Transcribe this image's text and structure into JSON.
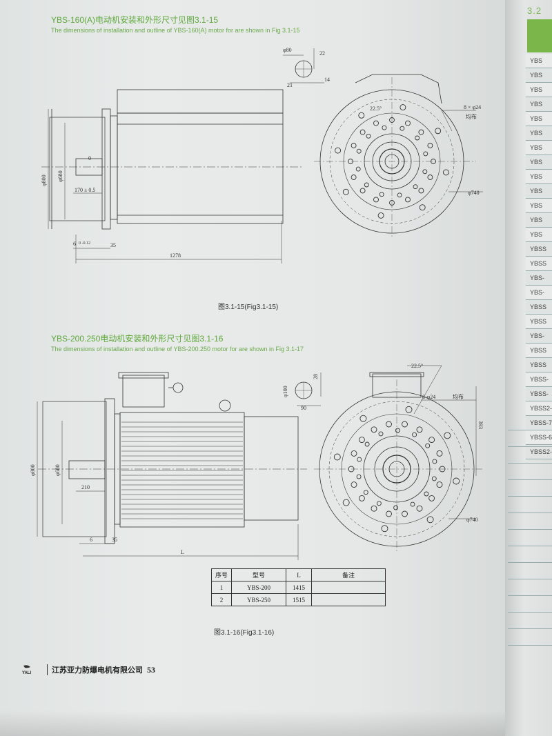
{
  "section1": {
    "title_cn": "YBS-160(A)电动机安装和外形尺寸见图3.1-15",
    "title_en": "The dimensions of installation and outline of YBS-160(A) motor for are shown in Fig 3.1-15",
    "caption": "图3.1-15(Fig3.1-15)",
    "dims": {
      "d80": "φ80",
      "v22": "22",
      "v21": "21",
      "v14": "14",
      "zero": "0",
      "d800": "φ800",
      "d680": "φ680",
      "w170": "170 ± 0.5",
      "w6": "6",
      "tol": "0\n-0.12",
      "w35": "35",
      "L": "1278",
      "holes": "8 × φ24",
      "even": "均布",
      "angle": "22.5°",
      "d740": "φ740"
    }
  },
  "section2": {
    "title_cn": "YBS-200.250电动机安装和外形尺寸见图3.1-16",
    "title_en": "The dimensions of installation and outline of YBS-200.250 motor for are shown in Fig 3.1-17",
    "caption": "图3.1-16(Fig3.1-16)",
    "dims": {
      "d100": "φ100",
      "v28": "28",
      "v90": "90",
      "d800": "φ800",
      "d680": "φ680",
      "w210": "210",
      "w6": "6",
      "w35": "35",
      "L": "L",
      "holes": "8-φ24",
      "even": "均布",
      "angle": "22.5°",
      "d740": "φ740",
      "v393": "393"
    },
    "table": {
      "headers": [
        "序号",
        "型号",
        "L",
        "备注"
      ],
      "rows": [
        [
          "1",
          "YBS-200",
          "1415",
          ""
        ],
        [
          "2",
          "YBS-250",
          "1515",
          ""
        ]
      ]
    }
  },
  "footer": {
    "logo_text": "YALI",
    "company": "江苏亚力防爆电机有限公司",
    "page": "53"
  },
  "right_page": {
    "section_num": "3.2",
    "rows": [
      "YBS",
      "YBS",
      "YBS",
      "YBS",
      "YBS",
      "YBS",
      "YBS",
      "YBS",
      "YBS",
      "YBS",
      "YBS",
      "YBS",
      "YBS",
      "YBSS",
      "YBSS",
      "YBS-",
      "YBS-",
      "YBSS",
      "YBSS",
      "YBS-",
      "YBSS",
      "YBSS",
      "YBSS-",
      "YBSS-",
      "YBSS2-",
      "YBSS-7",
      "YBSS-6",
      "YBSS2-"
    ]
  }
}
